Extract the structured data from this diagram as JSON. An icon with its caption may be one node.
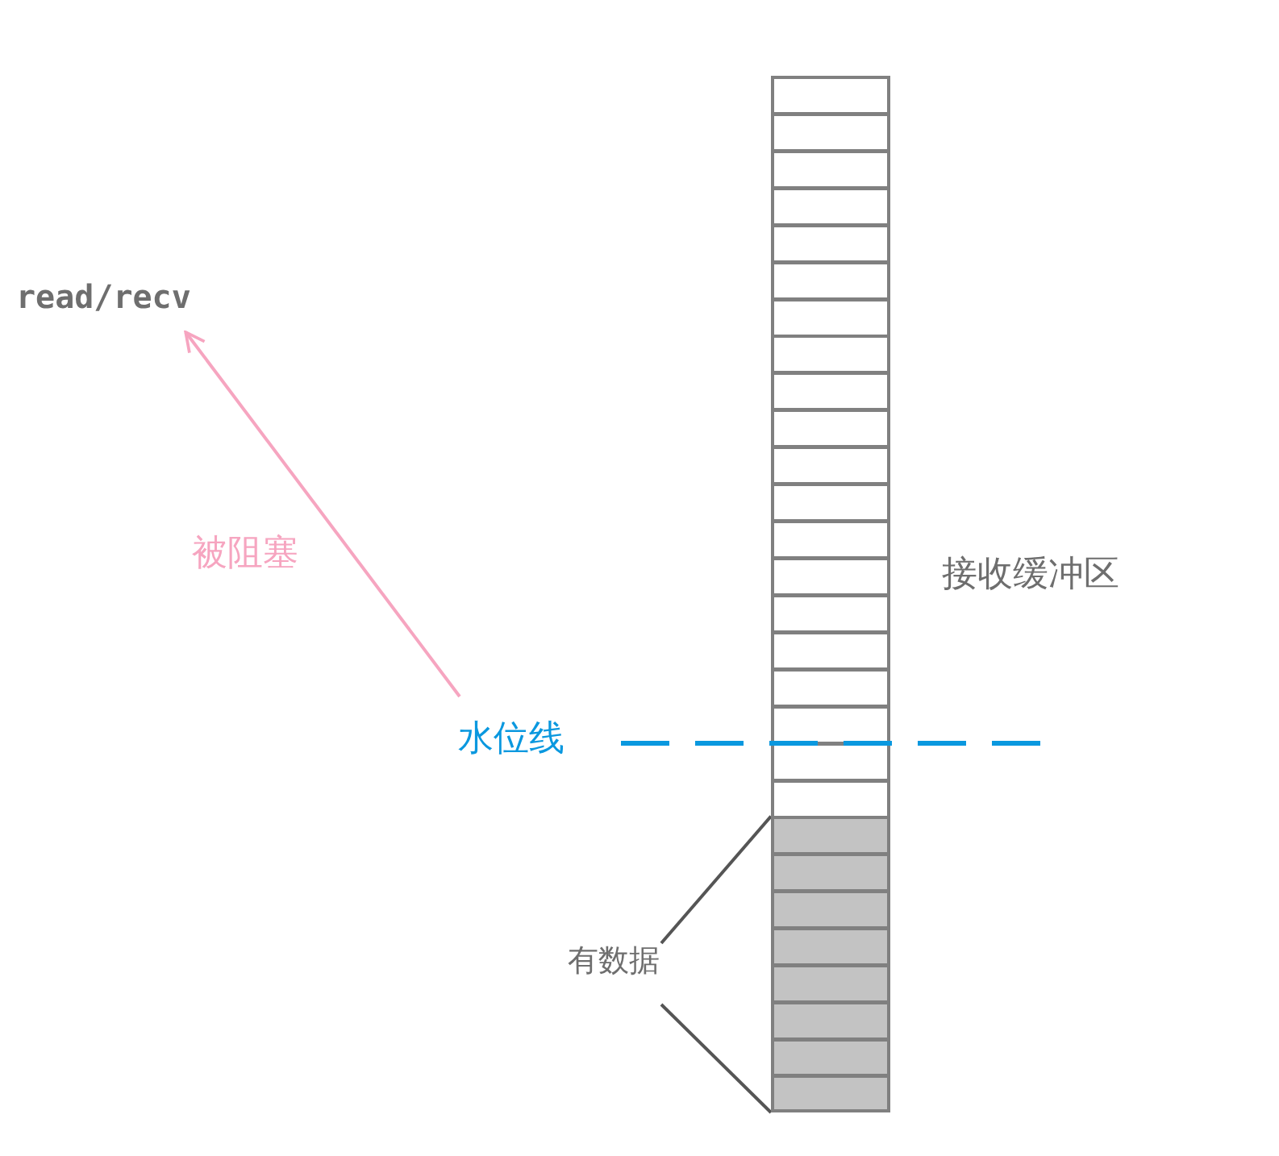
{
  "diagram": {
    "nodes": [
      {
        "text": [],
        "shape": "bar",
        "beside": [
          "接收缓冲区"
        ]
      },
      {
        "text": [],
        "shape": "box",
        "in": 0
      },
      {
        "text": [
          "read/recv"
        ]
      },
      {
        "text": [
          "水位线"
        ]
      },
      {
        "text": [
          "有数据"
        ]
      }
    ],
    "edges": [
      {
        "from": 3,
        "to": 2,
        "arrow": "to",
        "label": "被阻塞",
        "color": "#f6a5c0"
      },
      {
        "from": 4,
        "to": 1,
        "arrow": "none"
      },
      {
        "from": 4,
        "to": 1,
        "arrow": "none"
      }
    ]
  }
}
